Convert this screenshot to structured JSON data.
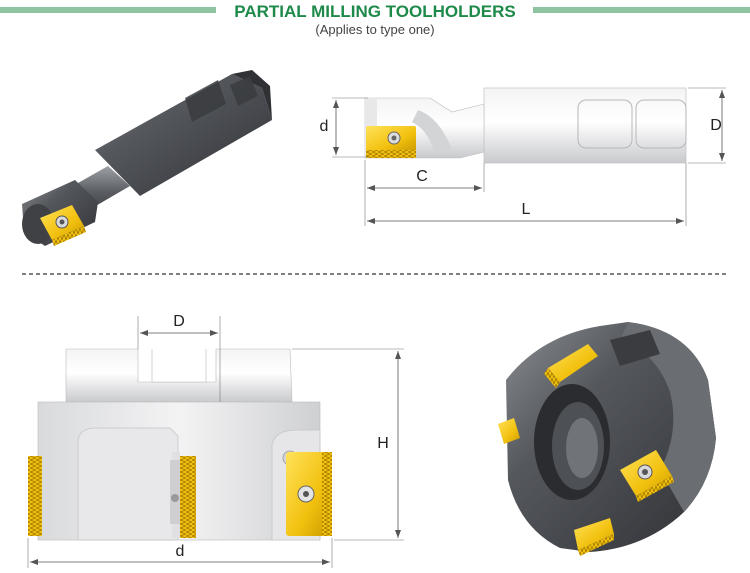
{
  "header": {
    "title": "PARTIAL MILLING TOOLHOLDERS",
    "subtitle": "(Applies to type one)"
  },
  "shank_drawing": {
    "labels": {
      "d": "d",
      "D": "D",
      "C": "C",
      "L": "L"
    }
  },
  "cutter_drawing": {
    "labels": {
      "D": "D",
      "H": "H",
      "d": "d"
    }
  },
  "colors": {
    "title_green": "#1e8a4a",
    "title_bar": "#8ec4a0",
    "divider": "#333333",
    "insert_gold": "#f2c10f",
    "body_dark": "#4a4d52",
    "body_light": "#e2e3e5"
  }
}
